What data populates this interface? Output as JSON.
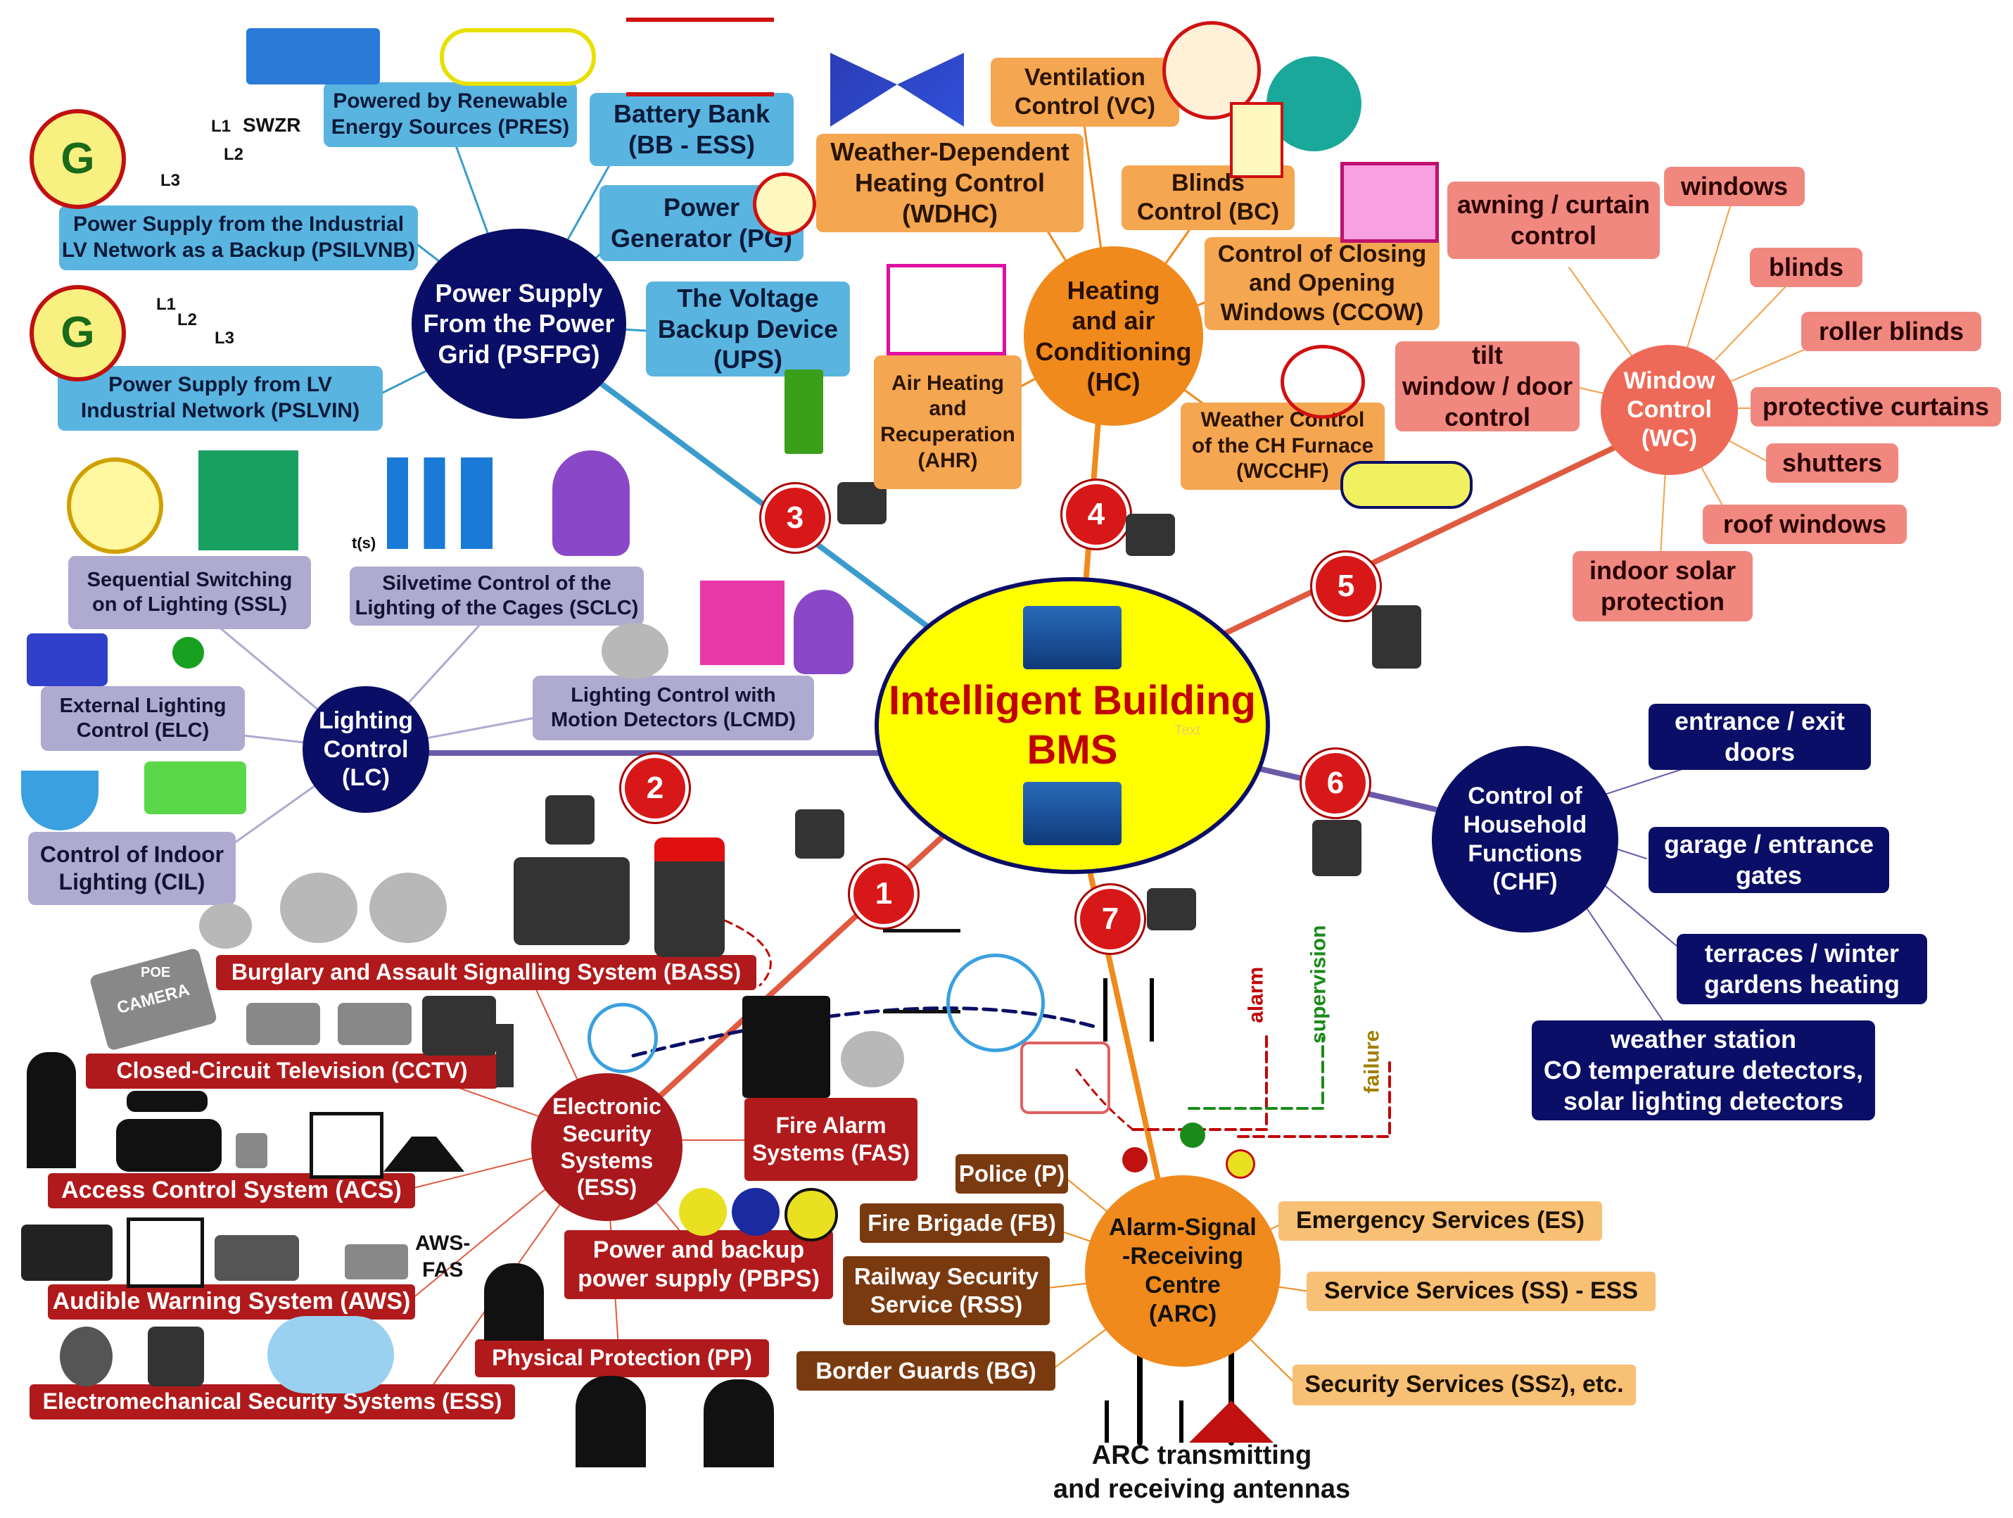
{
  "center": {
    "title": "Intelligent Building",
    "subtitle": "BMS",
    "watermark": "Text"
  },
  "badges": [
    "1",
    "2",
    "3",
    "4",
    "5",
    "6",
    "7"
  ],
  "power_grid": {
    "hub": "Power Supply\nFrom the Power\nGrid (PSFPG)",
    "items": {
      "pres": "Powered by Renewable\nEnergy Sources (PRES)",
      "bb": "Battery Bank\n(BB - ESS)",
      "pg": "Power\nGenerator (PG)",
      "ups": "The Voltage\nBackup Device\n(UPS)",
      "psilvnb": "Power Supply from the Industrial\nLV Network as a Backup (PSILVNB)",
      "pslvin": "Power Supply from LV\nIndustrial Network (PSLVIN)"
    },
    "generator_letter": "G",
    "line_labels": {
      "l1": "L1",
      "l2": "L2",
      "l3": "L3",
      "swzr": "SWZR"
    }
  },
  "hvac": {
    "hub": "Heating\nand air\nConditioning\n(HC)",
    "items": {
      "vc": "Ventilation\nControl (VC)",
      "wdhc": "Weather-Dependent\nHeating Control\n(WDHC)",
      "bc": "Blinds\nControl (BC)",
      "ccow": "Control of Closing\nand Opening\nWindows (CCOW)",
      "ahr": "Air Heating\nand\nRecuperation\n(AHR)",
      "wcchf": "Weather Control\nof the CH Furnace\n(WCCHF)"
    }
  },
  "window_control": {
    "hub": "Window\nControl\n(WC)",
    "items": {
      "awning": "awning / curtain\ncontrol",
      "windows": "windows",
      "blinds": "blinds",
      "roller": "roller blinds",
      "tilt": "tilt\nwindow / door\ncontrol",
      "protective": "protective curtains",
      "shutters": "shutters",
      "roof": "roof windows",
      "indoor_solar": "indoor solar\nprotection"
    }
  },
  "lighting": {
    "hub": "Lighting\nControl\n(LC)",
    "items": {
      "ssl": "Sequential Switching\non of Lighting (SSL)",
      "sclc": "Silvetime Control of the\nLighting of the Cages (SCLC)",
      "lcmd": "Lighting Control with\nMotion Detectors (LCMD)",
      "elc": "External Lighting\nControl (ELC)",
      "cil": "Control of Indoor\nLighting (CIL)"
    },
    "time_label": "t(s)"
  },
  "household": {
    "hub": "Control of\nHousehold\nFunctions\n(CHF)",
    "items": {
      "doors": "entrance / exit\ndoors",
      "gates": "garage / entrance\ngates",
      "terraces": "terraces / winter\ngardens heating",
      "weather": "weather station\nCO temperature detectors,\nsolar lighting detectors"
    }
  },
  "security": {
    "hub": "Electronic\nSecurity\nSystems\n(ESS)",
    "items": {
      "bass": "Burglary and Assault Signalling System (BASS)",
      "cctv": "Closed-Circuit Television (CCTV)",
      "acs": "Access Control System (ACS)",
      "aws": "Audible Warning System (AWS)",
      "ess": "Electromechanical Security Systems (ESS)",
      "fas": "Fire Alarm\nSystems (FAS)",
      "pbps": "Power and backup\npower supply (PBPS)",
      "pp": "Physical Protection (PP)"
    },
    "aws_fas_label": "AWS-\nFAS",
    "camera_label": "CAMERA",
    "poe_label": "POE"
  },
  "arc": {
    "hub": "Alarm-Signal\n-Receiving\nCentre\n(ARC)",
    "left_items": {
      "police": "Police (P)",
      "fire": "Fire Brigade (FB)",
      "rss": "Railway Security\nService (RSS)",
      "bg": "Border Guards (BG)"
    },
    "right_items": {
      "es": "Emergency Services (ES)",
      "ss": "Service Services (SS) - ESS",
      "ssz": "Security Services (SS",
      "ssz_sub": "Z",
      "ssz_tail": "), etc."
    },
    "signals": {
      "alarm": "alarm",
      "supervision": "supervision",
      "failure": "failure"
    },
    "antennas_label": "ARC transmitting\nand receiving antennas"
  },
  "colors": {
    "center_fill": "#ffff00",
    "center_text": "#c00000",
    "hub_navy": "#0b0e66",
    "hub_orange": "#f08a1c",
    "hub_salmon": "#ee6a58",
    "hub_red": "#a8181c",
    "line_blue": "#3a9ccc",
    "line_orange": "#f08a1c",
    "line_red": "#e05a40",
    "line_purple": "#6a5aa8"
  }
}
